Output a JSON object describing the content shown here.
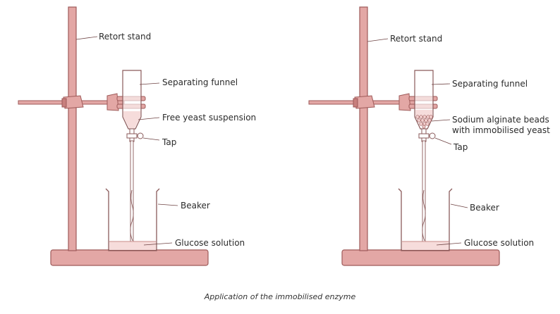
{
  "caption": "Application of the immobilised enzyme",
  "colors": {
    "stand_fill": "#e3a7a5",
    "stand_stroke": "#9e5a59",
    "glass_stroke": "#8a5a5a",
    "liquid": "#f6dcdb",
    "line": "#6e4343"
  },
  "left_setup": {
    "labels": {
      "retort_stand": "Retort stand",
      "separating_funnel": "Separating funnel",
      "free_yeast": "Free yeast suspension",
      "tap": "Tap",
      "beaker": "Beaker",
      "glucose": "Glucose solution"
    }
  },
  "right_setup": {
    "labels": {
      "retort_stand": "Retort stand",
      "separating_funnel": "Separating funnel",
      "beads_line1": "Sodium alginate beads",
      "beads_line2": "with immobilised yeast",
      "tap": "Tap",
      "beaker": "Beaker",
      "glucose": "Glucose solution"
    }
  }
}
